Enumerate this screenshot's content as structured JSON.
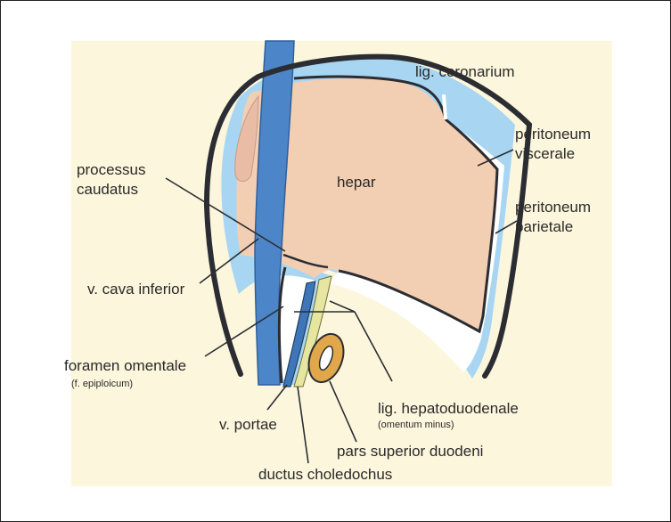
{
  "labels": {
    "lig_coronarium": "lig. coronarium",
    "peritoneum_viscerale_1": "peritoneum",
    "peritoneum_viscerale_2": "viscerale",
    "peritoneum_parietale_1": "peritoneum",
    "peritoneum_parietale_2": "parietale",
    "hepar": "hepar",
    "processus_1": "processus",
    "processus_2": "caudatus",
    "v_cava": "v. cava inferior",
    "foramen_1": "foramen omentale",
    "foramen_2": "(f. epiploicum)",
    "lig_hepatoduodenale_1": "lig. hepatoduodenale",
    "lig_hepatoduodenale_2": "(omentum minus)",
    "v_portae": "v. portae",
    "pars_superior": "pars superior duodeni",
    "ductus": "ductus choledochus"
  },
  "colors": {
    "background": "#fcf6dc",
    "liver": "#f2cfb3",
    "vessel": "#4d86c8",
    "peritoneum_blue": "#a8d6f2",
    "outline": "#2b2d33",
    "duodenum": "#e0a84a",
    "duct": "#e6e6a0"
  }
}
